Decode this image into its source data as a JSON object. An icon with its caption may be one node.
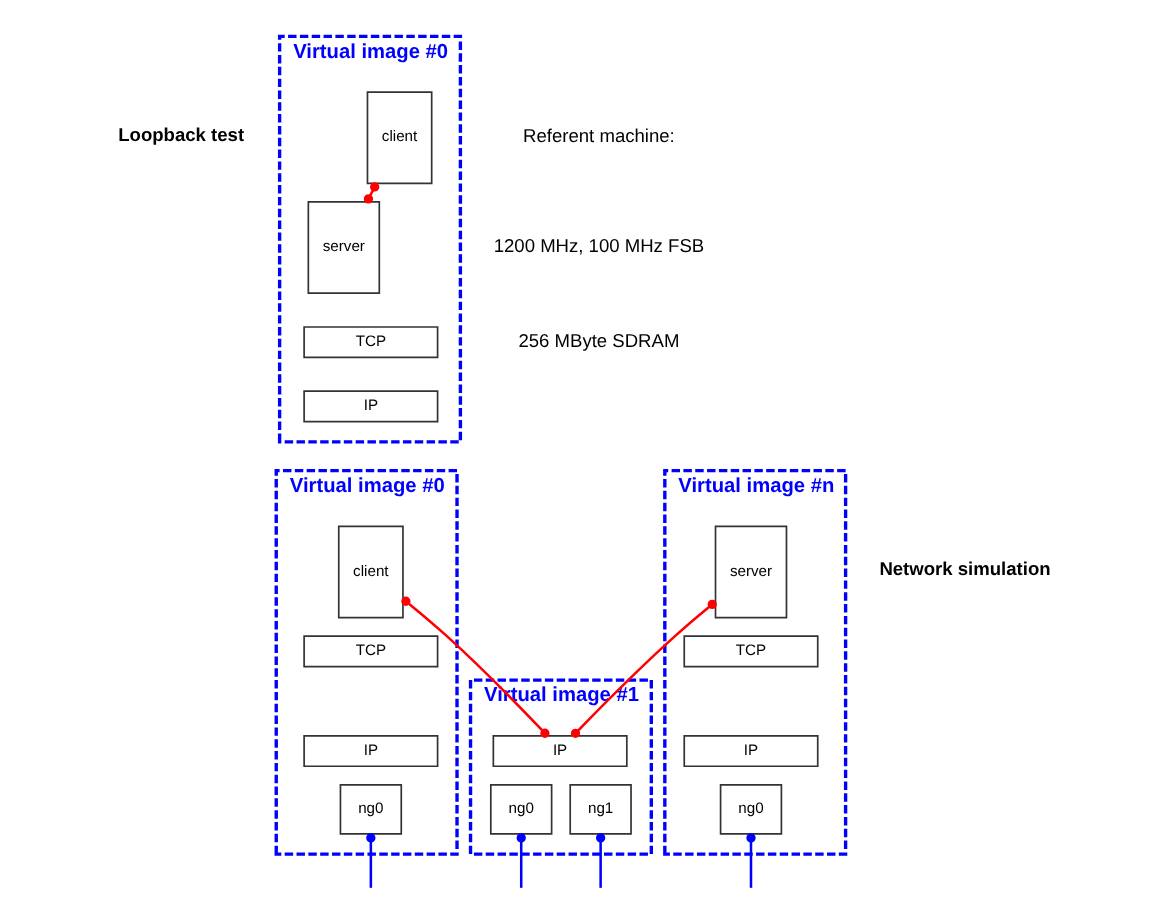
{
  "diagram": {
    "nodes": [
      {
        "text": [
          "Virtual image #0"
        ]
      },
      {
        "text": [
          "client"
        ],
        "in": 0
      },
      {
        "text": [
          "server"
        ],
        "in": 0
      },
      {
        "text": [
          "TCP"
        ],
        "in": 0
      },
      {
        "text": [
          "IP"
        ],
        "in": 0
      },
      {
        "text": [
          "Virtual image #0"
        ]
      },
      {
        "text": [
          "client"
        ],
        "in": 5
      },
      {
        "text": [
          "TCP"
        ],
        "in": 5
      },
      {
        "text": [
          "IP"
        ],
        "in": 5
      },
      {
        "text": [
          "ng0"
        ],
        "in": 5
      },
      {
        "text": [
          "Virtual image #1"
        ]
      },
      {
        "text": [
          "IP"
        ],
        "in": 10
      },
      {
        "text": [
          "ng0"
        ],
        "in": 10
      },
      {
        "text": [
          "ng1"
        ],
        "in": 10
      },
      {
        "text": [
          "Virtual image #n"
        ]
      },
      {
        "text": [
          "server"
        ],
        "in": 14
      },
      {
        "text": [
          "TCP"
        ],
        "in": 14
      },
      {
        "text": [
          "IP"
        ],
        "in": 14
      },
      {
        "text": [
          "ng0"
        ],
        "in": 14
      }
    ],
    "edges": [
      {
        "from": 1,
        "to": 2,
        "arrow": "other",
        "color": "#ff0000"
      },
      {
        "from": 6,
        "to": 11,
        "arrow": "other",
        "color": "#ff0000"
      },
      {
        "from": 11,
        "to": 15,
        "arrow": "other",
        "color": "#ff0000"
      },
      {
        "from": 9,
        "to": null,
        "arrow": "other",
        "color": "#0000ff"
      },
      {
        "from": 12,
        "to": null,
        "arrow": "other",
        "color": "#0000ff"
      },
      {
        "from": 13,
        "to": null,
        "arrow": "other",
        "color": "#0000ff"
      },
      {
        "from": 18,
        "to": null,
        "arrow": "other",
        "color": "#0000ff"
      }
    ],
    "labels": [
      "Loopback test",
      "Referent machine:",
      "1200 MHz, 100 MHz FSB",
      "256 MByte SDRAM",
      "Network simulation"
    ]
  }
}
